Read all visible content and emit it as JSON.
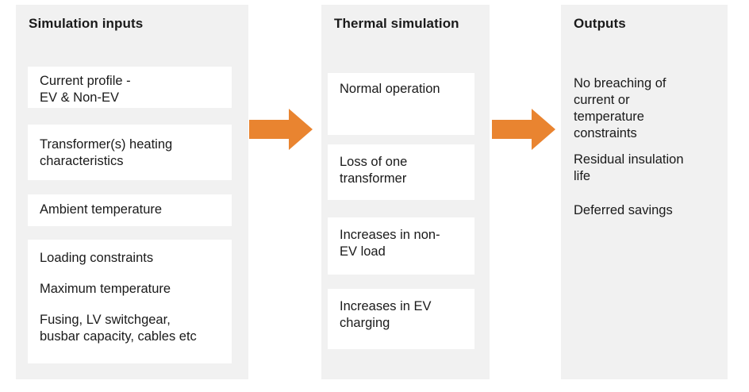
{
  "diagram": {
    "type": "process-flow",
    "background_color": "#ffffff",
    "panel_color": "#f1f1f1",
    "card_color": "#ffffff",
    "arrow_color": "#E98430",
    "text_color": "#1a1a1a",
    "columns": [
      {
        "id": "simulation-inputs",
        "title": "Simulation inputs",
        "cards": [
          {
            "lines": [
              "Current profile -",
              "EV & Non-EV"
            ]
          },
          {
            "lines": [
              "Transformer(s)  heating",
              "characteristics"
            ]
          },
          {
            "lines": [
              "Ambient temperature"
            ]
          },
          {
            "lines": [
              "Loading constraints",
              "Maximum temperature",
              "Fusing, LV switchgear,",
              "busbar capacity, cables etc"
            ]
          }
        ]
      },
      {
        "id": "thermal-simulation",
        "title": "Thermal simulation",
        "cards": [
          {
            "lines": [
              "Normal operation"
            ]
          },
          {
            "lines": [
              "Loss of one",
              "transformer"
            ]
          },
          {
            "lines": [
              "Increases in non-",
              "EV load"
            ]
          },
          {
            "lines": [
              "Increases in EV",
              "charging"
            ]
          }
        ]
      },
      {
        "id": "outputs",
        "title": "Outputs",
        "items": [
          {
            "lines": [
              "No breaching of",
              "current or",
              "temperature",
              "constraints"
            ]
          },
          {
            "lines": [
              "Residual insulation",
              "life"
            ]
          },
          {
            "lines": [
              "Deferred savings"
            ]
          }
        ]
      }
    ],
    "arrows": [
      {
        "name": "arrow-inputs-to-thermal",
        "direction": "right"
      },
      {
        "name": "arrow-thermal-to-outputs",
        "direction": "right"
      }
    ]
  },
  "c1": {
    "title": "Simulation inputs",
    "b0l0": "Current profile -",
    "b0l1": "EV & Non-EV",
    "b1l0": "Transformer(s)  heating",
    "b1l1": "characteristics",
    "b2l0": "Ambient temperature",
    "b3l0": "Loading constraints",
    "b3l1": "Maximum temperature",
    "b3l2": "Fusing, LV switchgear,",
    "b3l3": "busbar capacity, cables etc"
  },
  "c2": {
    "title": "Thermal simulation",
    "b0l0": "Normal operation",
    "b1l0": "Loss of one",
    "b1l1": "transformer",
    "b2l0": "Increases in non-",
    "b2l1": "EV load",
    "b3l0": "Increases in EV",
    "b3l1": "charging"
  },
  "c3": {
    "title": "Outputs",
    "i0l0": "No breaching of",
    "i0l1": "current or",
    "i0l2": "temperature",
    "i0l3": "constraints",
    "i1l0": "Residual insulation",
    "i1l1": "life",
    "i2l0": "Deferred savings"
  }
}
